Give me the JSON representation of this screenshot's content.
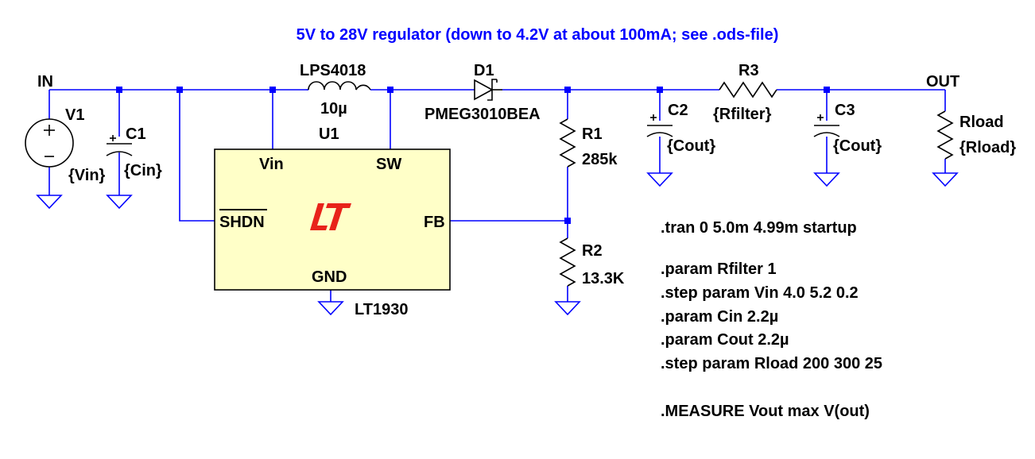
{
  "title": "5V to 28V regulator (down to 4.2V at about 100mA; see .ods-file)",
  "colors": {
    "wire": "#0000ff",
    "title": "#0000ff",
    "chip_fill": "#ffffc8",
    "logo": "#e8231a"
  },
  "nets": {
    "in": "IN",
    "out": "OUT"
  },
  "components": {
    "v1": {
      "name": "V1",
      "value": "{Vin}"
    },
    "c1": {
      "name": "C1",
      "value": "{Cin}"
    },
    "l1": {
      "name": "LPS4018",
      "value": "10µ"
    },
    "d1": {
      "name": "D1",
      "value": "PMEG3010BEA"
    },
    "r1": {
      "name": "R1",
      "value": "285k"
    },
    "r2": {
      "name": "R2",
      "value": "13.3K"
    },
    "c2": {
      "name": "C2",
      "value": "{Cout}"
    },
    "r3": {
      "name": "R3",
      "value": "{Rfilter}"
    },
    "c3": {
      "name": "C3",
      "value": "{Cout}"
    },
    "rload": {
      "name": "Rload",
      "value": "{Rload}"
    },
    "u1": {
      "name": "U1",
      "part": "LT1930",
      "pins": {
        "vin": "Vin",
        "sw": "SW",
        "shdn": "SHDN",
        "fb": "FB",
        "gnd": "GND"
      }
    }
  },
  "directives": [
    ".tran 0 5.0m 4.99m startup",
    ".param Rfilter 1",
    ".step param Vin 4.0 5.2 0.2",
    ".param Cin 2.2µ",
    ".param Cout 2.2µ",
    ".step param Rload 200 300 25",
    ".MEASURE Vout max V(out)"
  ]
}
